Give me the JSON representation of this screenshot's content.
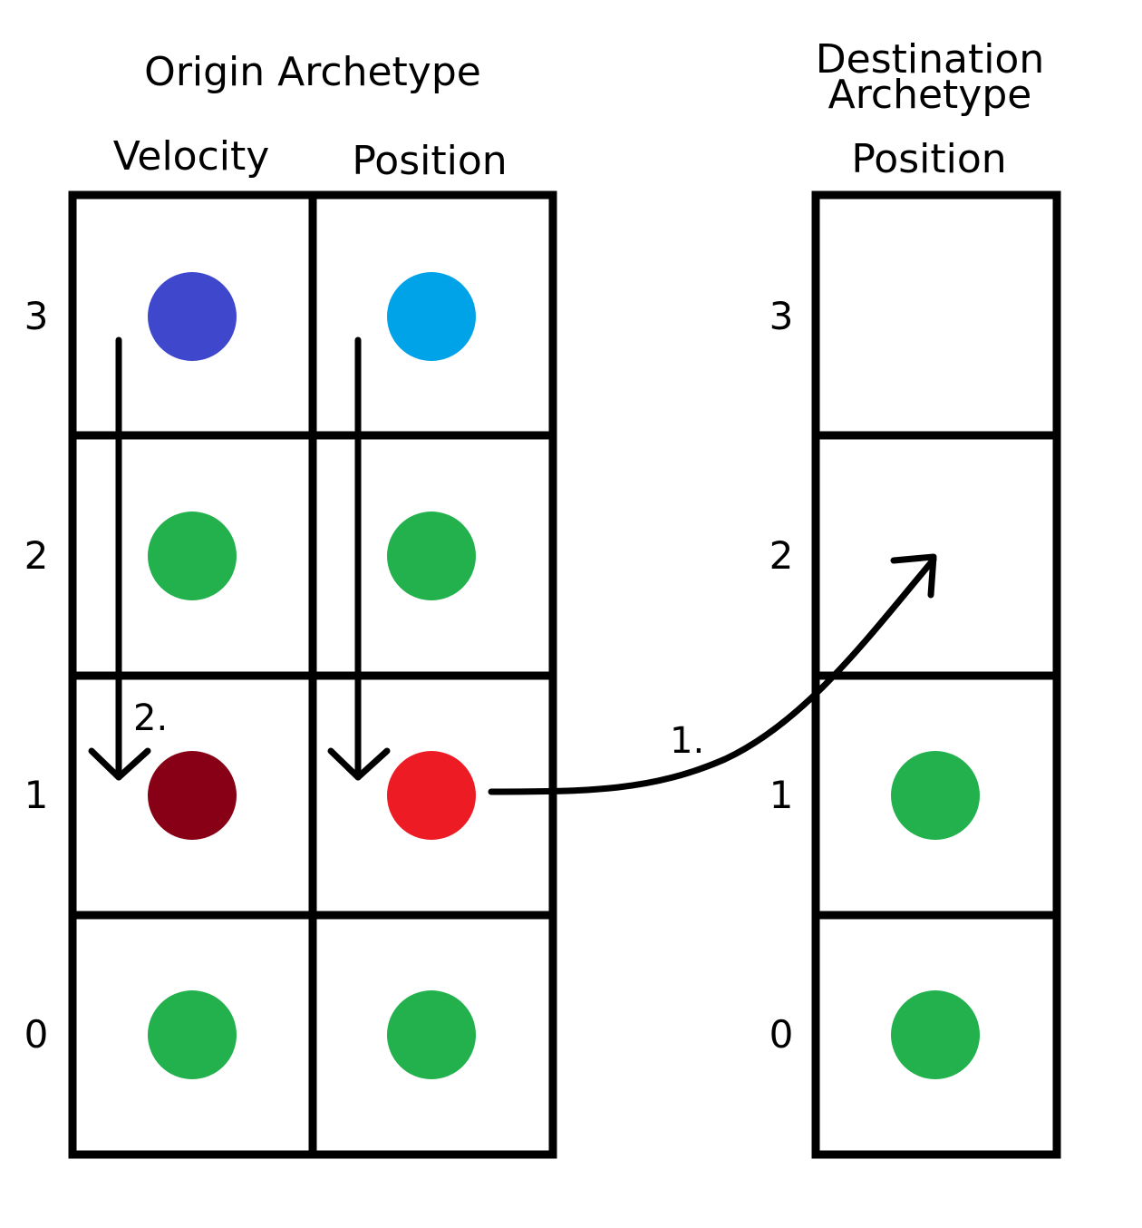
{
  "origin": {
    "title": "Origin Archetype",
    "columns": [
      "Velocity",
      "Position"
    ],
    "row_labels": [
      "3",
      "2",
      "1",
      "0"
    ]
  },
  "destination": {
    "title_line1": "Destination",
    "title_line2": "Archetype",
    "column": "Position",
    "row_labels": [
      "3",
      "2",
      "1",
      "0"
    ]
  },
  "steps": {
    "step1": "1.",
    "step2": "2."
  },
  "colors": {
    "grid": "#000000",
    "green": "#22b14c",
    "velocity_3": "#3f48cc",
    "position_3": "#00a2e8",
    "velocity_1": "#880015",
    "position_1": "#ed1c24"
  }
}
